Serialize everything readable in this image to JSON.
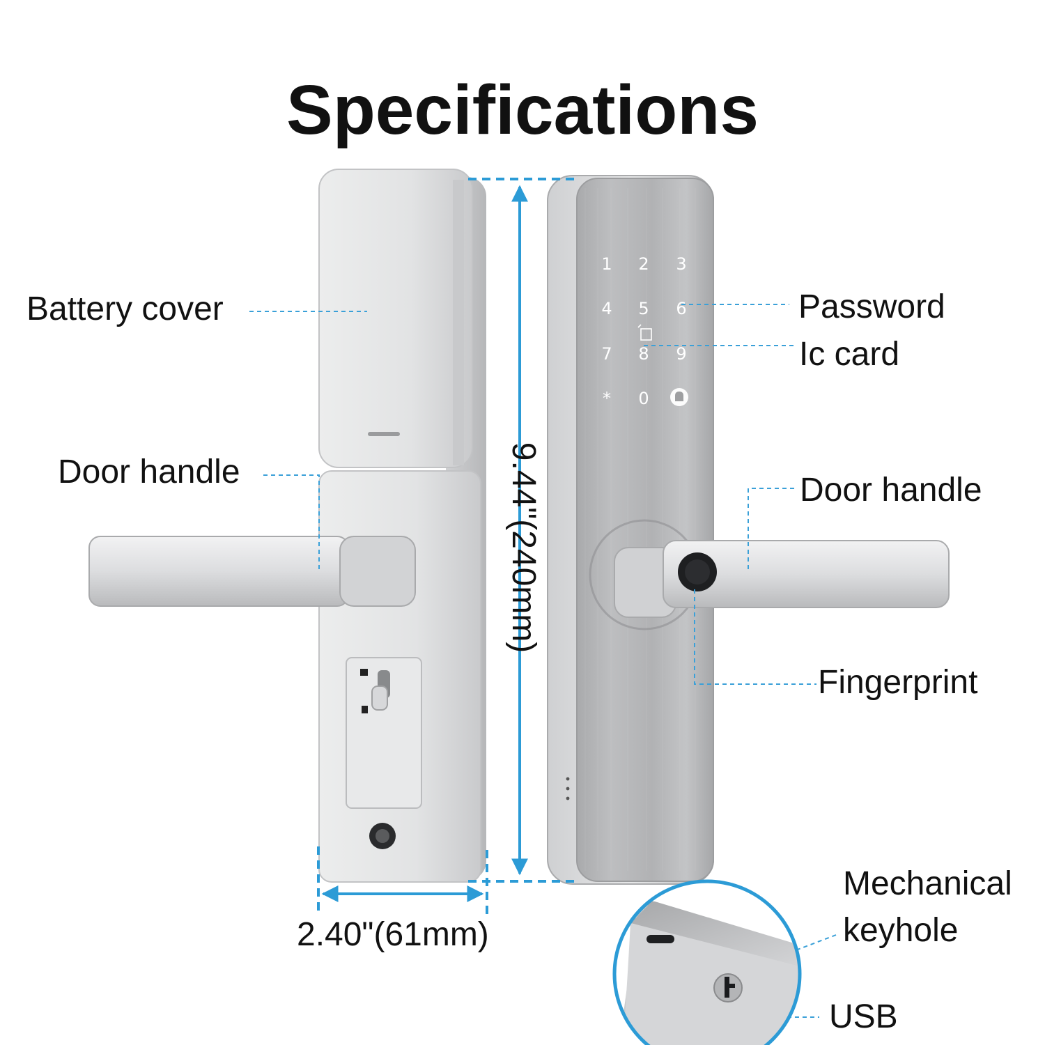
{
  "title": "Specifications",
  "labels": {
    "battery_cover": "Battery cover",
    "door_handle_back": "Door handle",
    "password": "Password",
    "ic_card": "Ic card",
    "door_handle_front": "Door handle",
    "fingerprint": "Fingerprint",
    "mechanical_keyhole_line1": "Mechanical",
    "mechanical_keyhole_line2": "keyhole",
    "usb": "USB"
  },
  "dimensions": {
    "height": "9.44\"(240mm)",
    "width": "2.40\"(61mm)"
  },
  "keypad": [
    "1",
    "2",
    "3",
    "4",
    "5",
    "6",
    "7",
    "8",
    "9",
    "*",
    "0",
    "#"
  ],
  "colors": {
    "callout_line": "#3aa0d8",
    "dimension_line": "#2c9bd6",
    "text": "#111111",
    "panel_silver": "#d9dadc",
    "keypad_glyph": "#ffffff"
  }
}
